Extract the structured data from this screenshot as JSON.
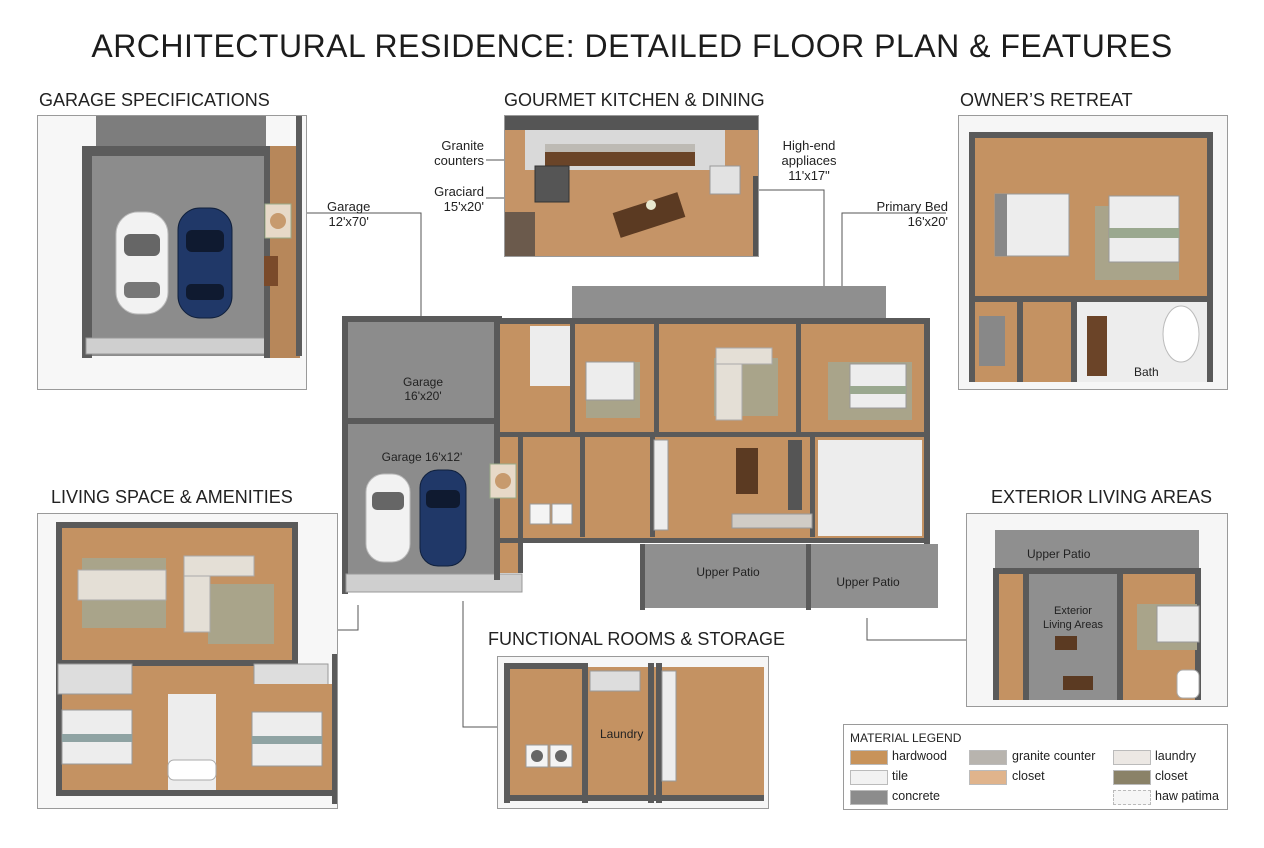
{
  "title": "ARCHITECTURAL RESIDENCE: DETAILED FLOOR PLAN & FEATURES",
  "sections": {
    "garage": "GARAGE SPECIFICATIONS",
    "kitchen": "GOURMET KITCHEN & DINING",
    "owner": "OWNER’S RETREAT",
    "living": "LIVING SPACE & AMENITIES",
    "exterior": "EXTERIOR LIVING AREAS",
    "functional": "FUNCTIONAL ROOMS & STORAGE"
  },
  "callouts": {
    "garage": {
      "name": "Garage",
      "dim": "12'x70'"
    },
    "granite": {
      "line1": "Granite",
      "line2": "counters"
    },
    "graciard": {
      "name": "Graciard",
      "dim": "15'x20'"
    },
    "appliances": {
      "line1": "High-end",
      "line2": "appliaces",
      "dim": "11'x17\""
    },
    "primary_bed": {
      "name": "Primary Bed",
      "dim": "16'x20'"
    }
  },
  "plan_labels": {
    "garage_upper": {
      "name": "Garage",
      "dim": "16'x20'"
    },
    "garage_lower": "Garage 16'x12'",
    "upper_patio_left": "Upper Patio",
    "upper_patio_right": "Upper Patio"
  },
  "panel_labels": {
    "bath": "Bath",
    "laundry": "Laundry",
    "ext_patio": "Upper Patio",
    "ext_living_1": "Exterior",
    "ext_living_2": "Living Areas"
  },
  "legend": {
    "title": "MATERIAL LEGEND",
    "items": [
      {
        "label": "hardwood",
        "color": "#c8935a"
      },
      {
        "label": "tile",
        "color": "#f2f2f2"
      },
      {
        "label": "concrete",
        "color": "#8c8c8c"
      },
      {
        "label": "granite counter",
        "color": "#b8b4ae"
      },
      {
        "label": "closet",
        "color": "#e0b48c"
      },
      {
        "label": "laundry",
        "color": "#ece8e4"
      },
      {
        "label": "closet",
        "color": "#8a8268"
      },
      {
        "label": "haw patima",
        "color": "#f6f6f6"
      }
    ]
  },
  "colors": {
    "hardwood": "#c49262",
    "wall": "#5a5a5a",
    "concrete": "#8f8f8f",
    "tile": "#ededed",
    "rug": "#a9a48a",
    "car_white": "#f4f4f4",
    "car_blue": "#1f3766"
  }
}
